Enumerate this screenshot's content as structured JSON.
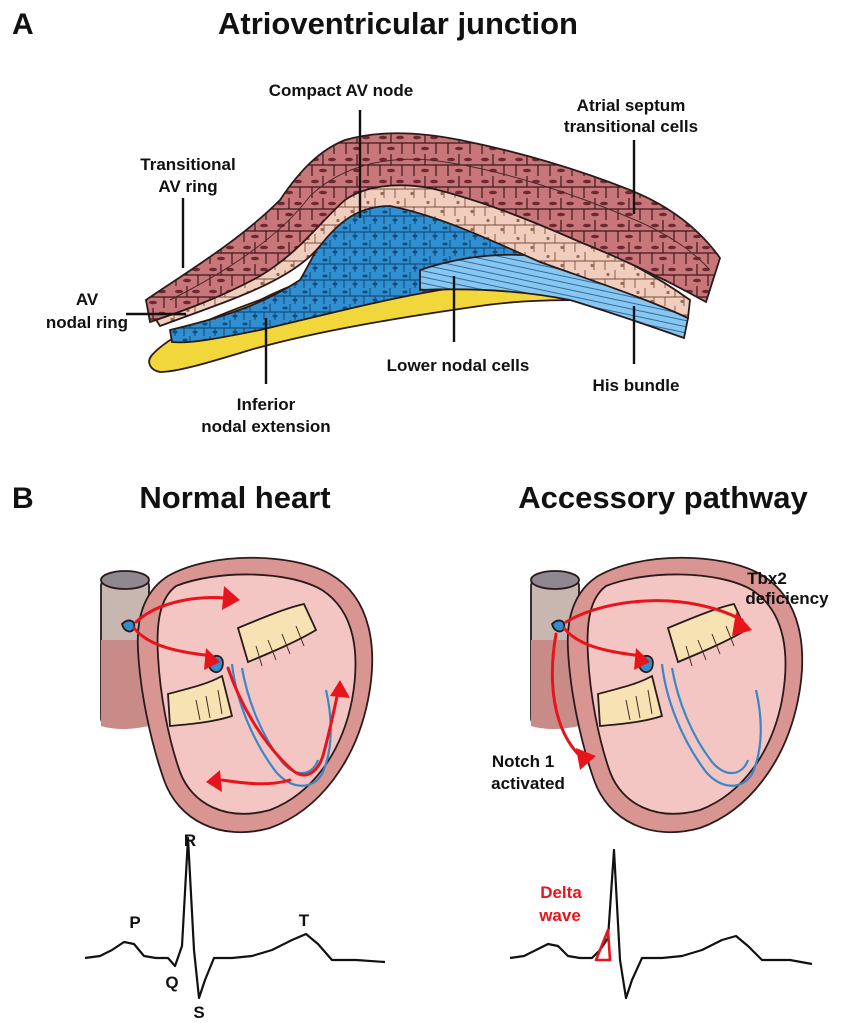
{
  "panel_a": {
    "letter": "A",
    "title": "Atrioventricular junction",
    "labels": {
      "compact_av_node": "Compact AV node",
      "atrial_septum_line1": "Atrial septum",
      "atrial_septum_line2": "transitional cells",
      "transitional_ring_line1": "Transitional",
      "transitional_ring_line2": "AV ring",
      "av_nodal_ring_line1": "AV",
      "av_nodal_ring_line2": "nodal ring",
      "inferior_ext_line1": "Inferior",
      "inferior_ext_line2": "nodal extension",
      "lower_nodal_cells": "Lower nodal cells",
      "his_bundle": "His bundle"
    }
  },
  "panel_b": {
    "letter": "B",
    "normal": {
      "title": "Normal heart",
      "ecg_labels": {
        "p": "P",
        "q": "Q",
        "r": "R",
        "s": "S",
        "t": "T"
      }
    },
    "accessory": {
      "title": "Accessory pathway",
      "tbx2_line1": "Tbx2",
      "tbx2_line2": "deficiency",
      "notch_line1": "Notch 1",
      "notch_line2": "activated",
      "delta_line1": "Delta",
      "delta_line2": "wave"
    }
  },
  "colors": {
    "atrial_muscle": "#c9767a",
    "transitional": "#f1cdbd",
    "nodal_blue": "#2f8fd0",
    "fat_yellow": "#f2d73a",
    "heart_pink": "#f3c6c4",
    "valve_cream": "#f7e2b4",
    "pathway_red": "#e8141c"
  }
}
